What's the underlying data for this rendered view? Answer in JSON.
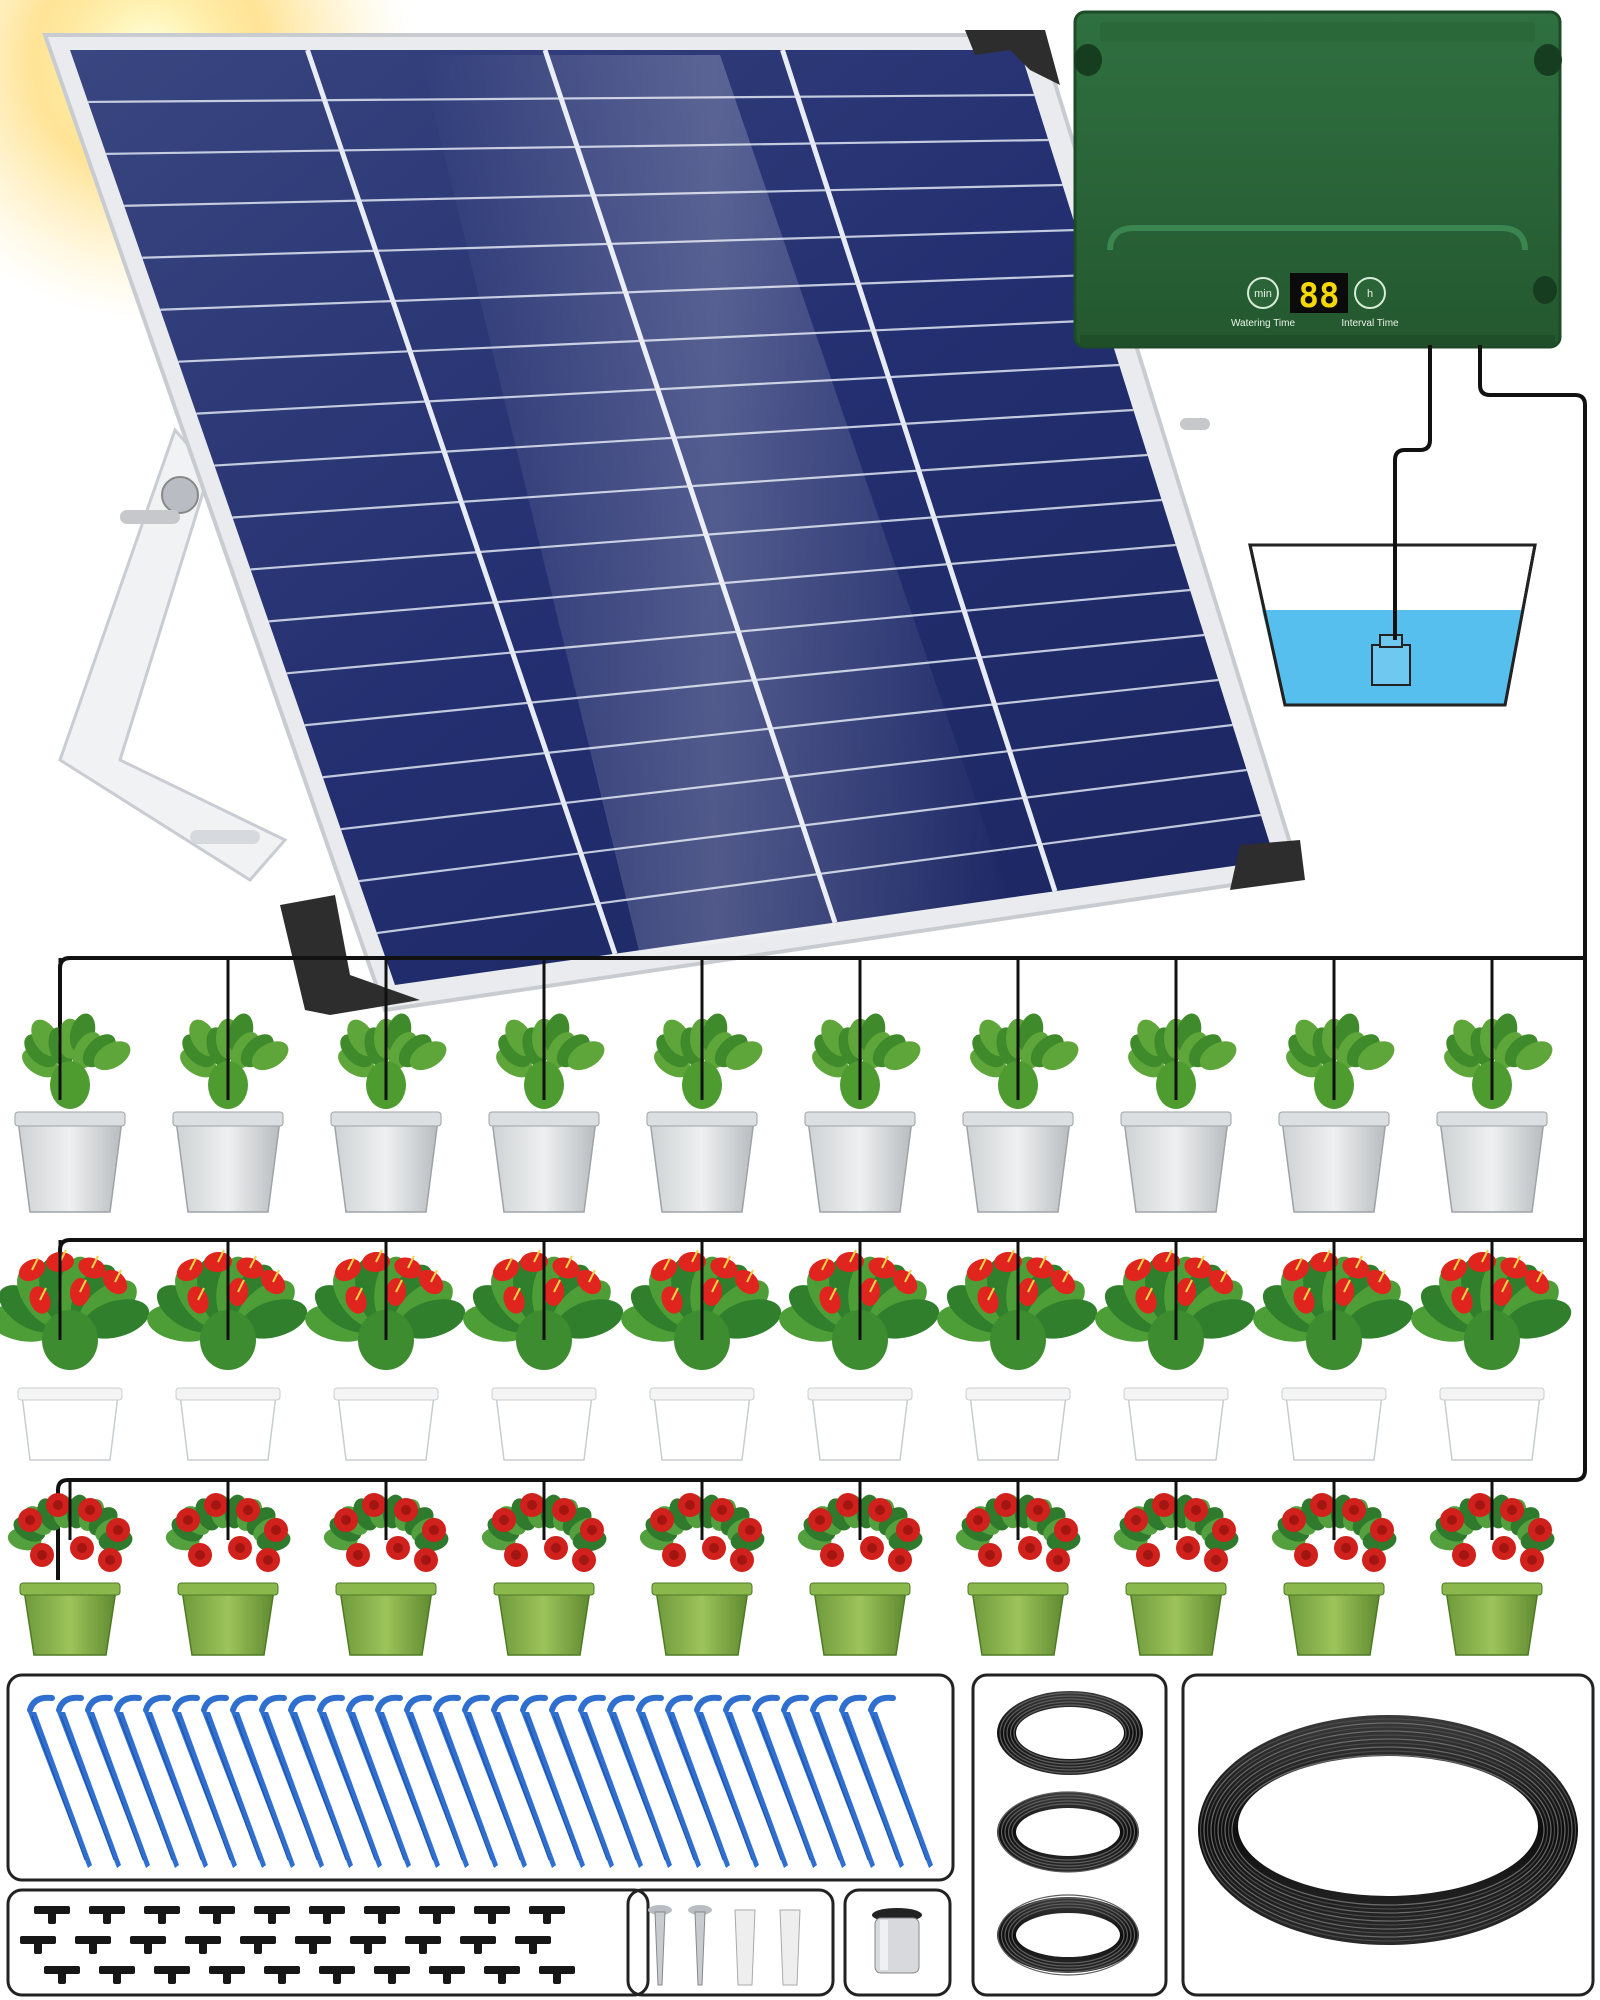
{
  "controller": {
    "display_value": "88",
    "left_button": "min",
    "right_button": "h",
    "left_caption": "Watering Time",
    "right_caption": "Interval Time",
    "body_color": "#2e6a3a"
  },
  "product": {
    "panel_color": "#1e2a6e",
    "water_color": "#4ab8e8",
    "tube_color": "#111111",
    "dripper_color": "#2f6fd0"
  },
  "plants": {
    "rows": [
      {
        "type": "succulent",
        "pot": "grey-concrete",
        "count": 10
      },
      {
        "type": "anthurium",
        "pot": "white",
        "count": 10
      },
      {
        "type": "rose",
        "pot": "green",
        "count": 10
      }
    ]
  },
  "accessories": {
    "dripper_stakes": 30,
    "tee_connectors": 30,
    "screws": 2,
    "wall_anchors": 2,
    "filter": 1,
    "small_tube_coils": 3,
    "large_tube_coils": 1
  }
}
